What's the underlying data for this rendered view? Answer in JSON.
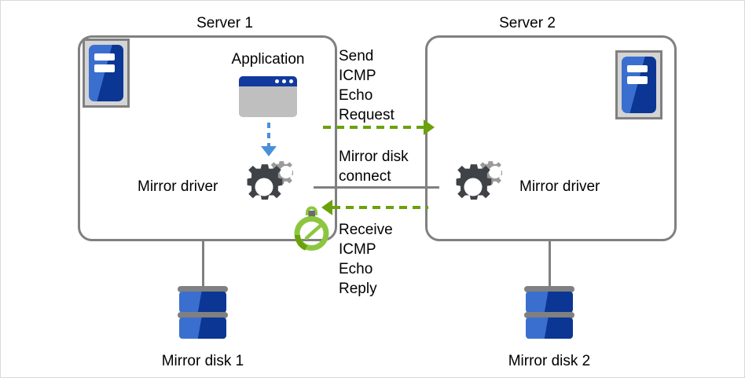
{
  "diagram": {
    "title_left": "Server 1",
    "title_right": "Server 2",
    "left": {
      "server_icon_name": "server-machine-icon",
      "application_label": "Application",
      "mirror_driver_label": "Mirror driver",
      "disk_label": "Mirror disk 1"
    },
    "right": {
      "server_icon_name": "server-machine-icon",
      "mirror_driver_label": "Mirror driver",
      "disk_label": "Mirror disk 2"
    },
    "middle": {
      "send_lines": [
        "Send",
        "ICMP",
        "Echo",
        "Request"
      ],
      "connect_lines": [
        "Mirror disk",
        "connect"
      ],
      "receive_lines": [
        "Receive",
        "ICMP",
        "Echo",
        "Reply"
      ],
      "stopwatch_icon_name": "stopwatch-icon"
    },
    "colors": {
      "outline_gray": "#808080",
      "arrow_green": "#6ba10a",
      "arrow_blue": "#4a90d9",
      "disk_blue_light": "#3a6fd0",
      "disk_blue_dark": "#0b3694",
      "gear_dark": "#3f4246",
      "gear_light": "#9a9a9a",
      "app_titlebar": "#123a9e",
      "app_body": "#bfbfbf"
    }
  }
}
